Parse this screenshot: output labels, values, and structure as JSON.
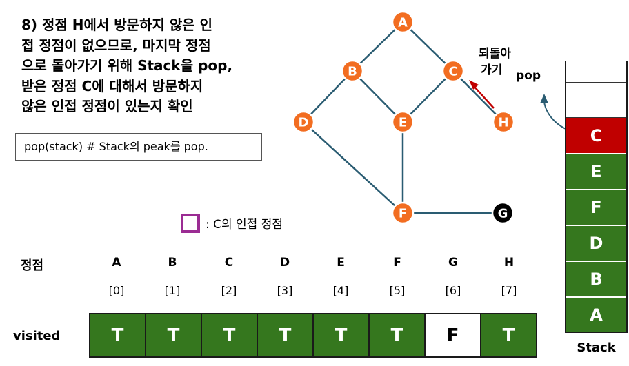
{
  "title_lines": [
    "8) 정점 H에서 방문하지 않은 인",
    "접 정점이 없으므로, 마지막 정점",
    "으로 돌아가기 위해 Stack을 pop,",
    "받은 정점 C에 대해서 방문하지",
    "않은 인접 정점이 있는지 확인"
  ],
  "code": "pop(stack) # Stack의 peak를 pop.",
  "graph": {
    "nodes": [
      {
        "label": "A",
        "color": "#f26d21"
      },
      {
        "label": "B",
        "color": "#f26d21"
      },
      {
        "label": "C",
        "color": "#f26d21"
      },
      {
        "label": "D",
        "color": "#f26d21"
      },
      {
        "label": "E",
        "color": "#f26d21"
      },
      {
        "label": "H",
        "color": "#f26d21"
      },
      {
        "label": "F",
        "color": "#f26d21"
      },
      {
        "label": "G",
        "color": "#000000"
      }
    ],
    "edges": [
      [
        "A",
        "B"
      ],
      [
        "A",
        "C"
      ],
      [
        "B",
        "D"
      ],
      [
        "B",
        "E"
      ],
      [
        "C",
        "E"
      ],
      [
        "C",
        "H"
      ],
      [
        "D",
        "F"
      ],
      [
        "E",
        "F"
      ],
      [
        "F",
        "G"
      ]
    ],
    "edge_color": "#2a5c72",
    "return_arrow_color": "#c00000"
  },
  "return_note": [
    "되돌아",
    "가기"
  ],
  "legend_text": ": C의 인접 정점",
  "legend_color": "#9b2c93",
  "vertex_label": "정점",
  "visited_label": "visited",
  "columns": [
    {
      "vertex": "A",
      "index": "[0]",
      "visited": "T"
    },
    {
      "vertex": "B",
      "index": "[1]",
      "visited": "T"
    },
    {
      "vertex": "C",
      "index": "[2]",
      "visited": "T"
    },
    {
      "vertex": "D",
      "index": "[3]",
      "visited": "T"
    },
    {
      "vertex": "E",
      "index": "[4]",
      "visited": "T"
    },
    {
      "vertex": "F",
      "index": "[5]",
      "visited": "T"
    },
    {
      "vertex": "G",
      "index": "[6]",
      "visited": "F"
    },
    {
      "vertex": "H",
      "index": "[7]",
      "visited": "T"
    }
  ],
  "visited_true_color": "#35771e",
  "stack": {
    "items_top_to_bottom": [
      "C",
      "E",
      "F",
      "D",
      "B",
      "A"
    ],
    "popped_color": "#c00000",
    "item_color": "#35771e",
    "pop_label": "pop",
    "label": "Stack"
  }
}
